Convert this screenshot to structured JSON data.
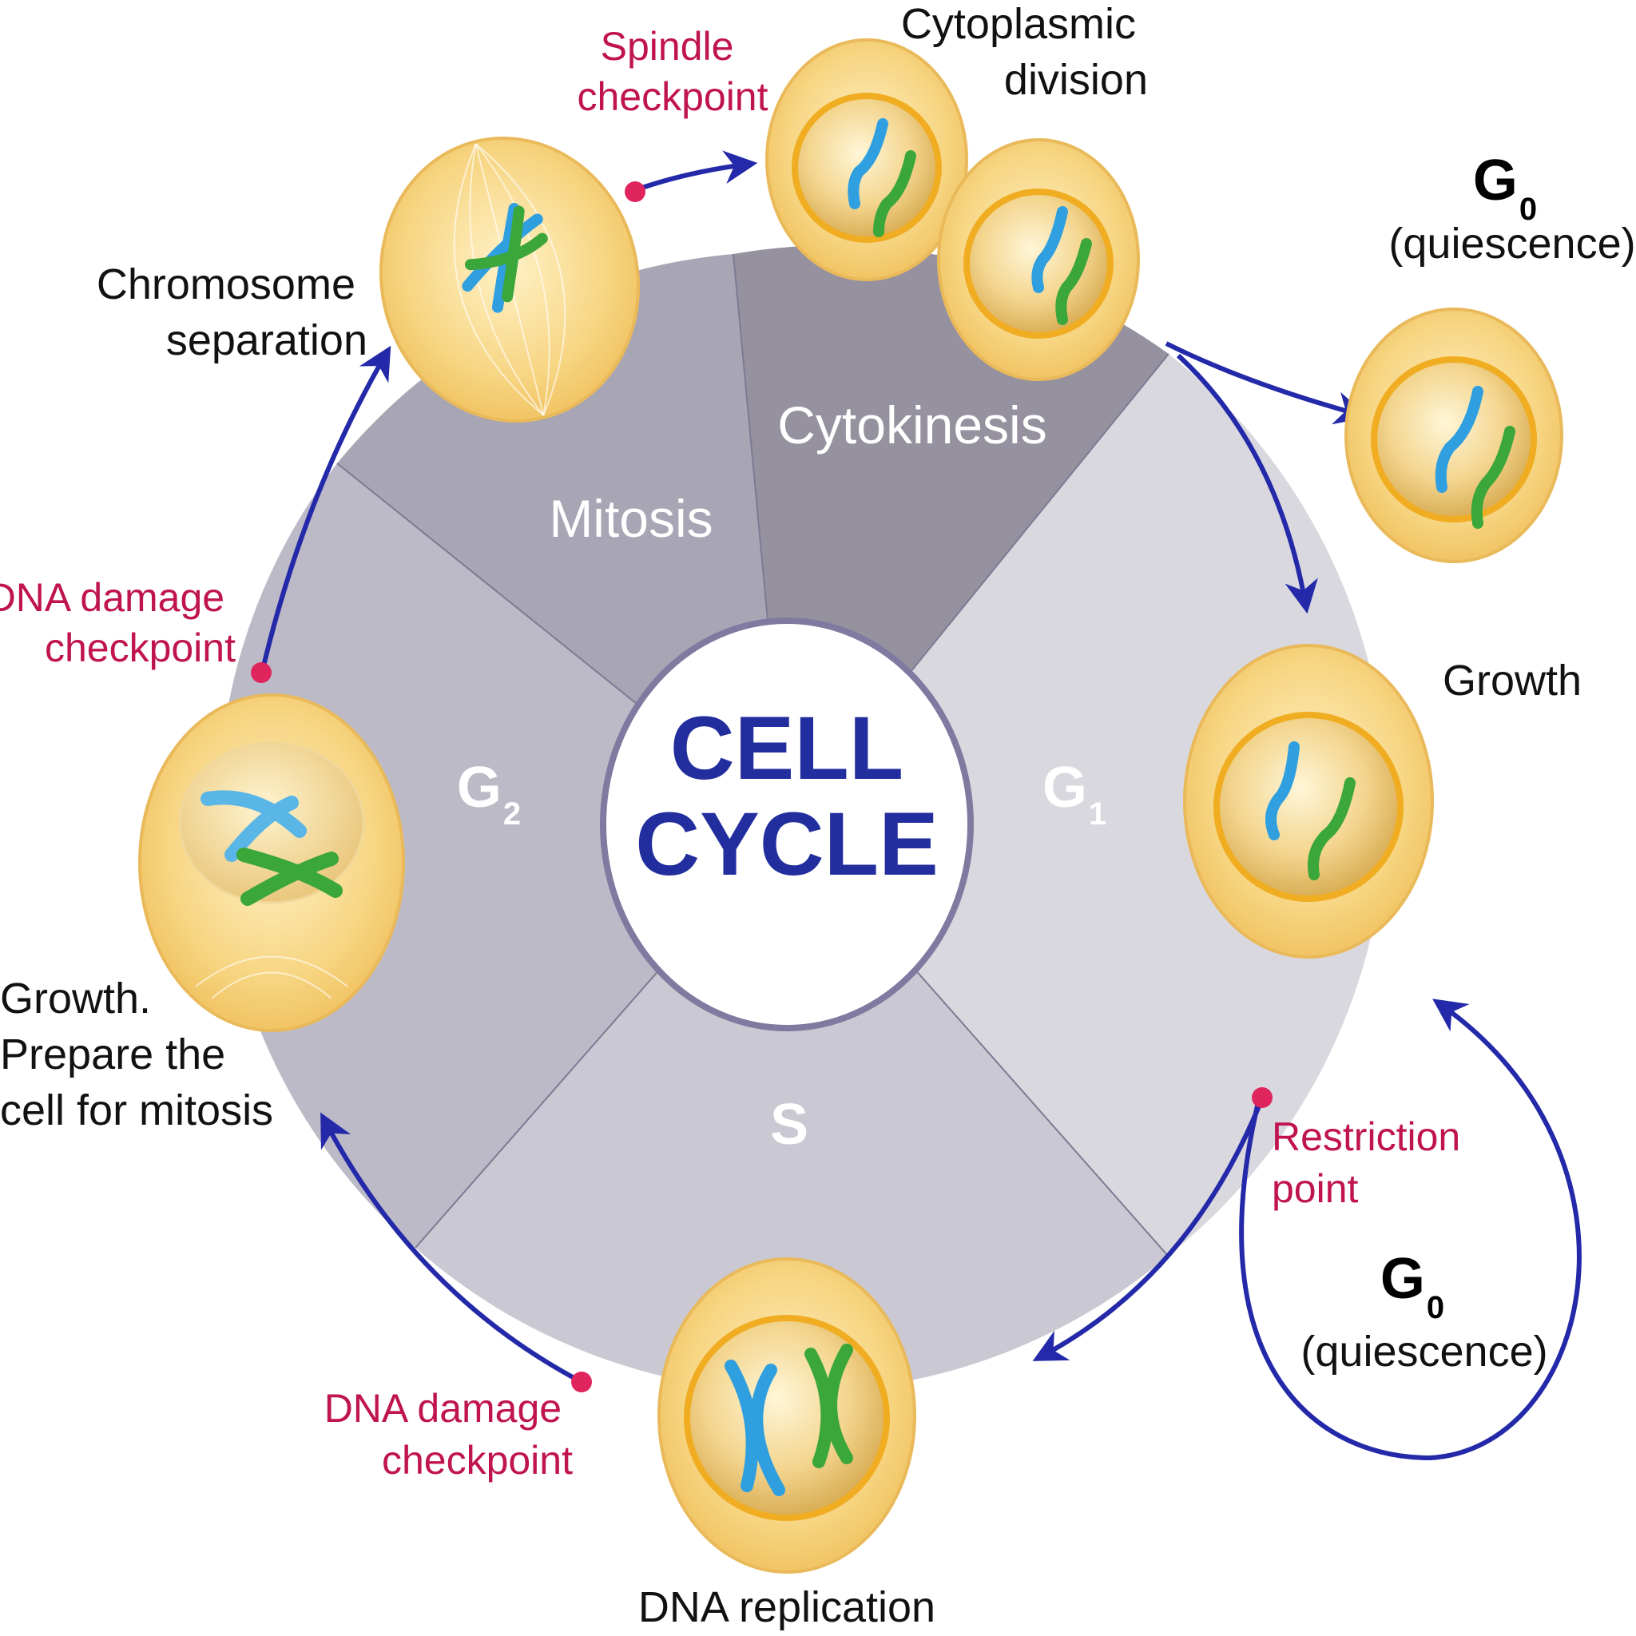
{
  "center": {
    "line1": "CELL",
    "line2": "CYCLE"
  },
  "phases": {
    "mitosis": "Mitosis",
    "cytokinesis": "Cytokinesis",
    "g1": {
      "base": "G",
      "sub": "1"
    },
    "s": "S",
    "g2": {
      "base": "G",
      "sub": "2"
    }
  },
  "labels": {
    "chromosome_separation": [
      "Chromosome",
      "separation"
    ],
    "cytoplasmic_division": [
      "Cytoplasmic",
      "division"
    ],
    "growth": "Growth",
    "dna_replication": "DNA replication",
    "growth_prepare": [
      "Growth.",
      "Prepare the",
      "cell for mitosis"
    ]
  },
  "checkpoints": {
    "spindle": [
      "Spindle",
      "checkpoint"
    ],
    "dna_damage_g2": [
      "DNA damage",
      "checkpoint"
    ],
    "dna_damage_s": [
      "DNA damage",
      "checkpoint"
    ],
    "restriction": [
      "Restriction",
      "point"
    ]
  },
  "g0_top": {
    "base": "G",
    "sub": "0",
    "desc": "(quiescence)"
  },
  "g0_bottom": {
    "base": "G",
    "sub": "0",
    "desc": "(quiescence)"
  },
  "colors": {
    "arrow": "#2329a8",
    "checkpoint_dot": "#e0245e",
    "checkpoint_text": "#c0144f",
    "center_text": "#222d9e",
    "cell_fill": "#f8d98c",
    "nucleus_ring": "#f0ad22",
    "chromosome_blue": "#2f9fe0",
    "chromosome_green": "#3ba63a",
    "sector_mitosis": "#a8a5b4",
    "sector_cytokinesis": "#96919f",
    "sector_g1": "#d9d8df",
    "sector_s": "#cac8d2",
    "sector_g2": "#bdbac8"
  }
}
